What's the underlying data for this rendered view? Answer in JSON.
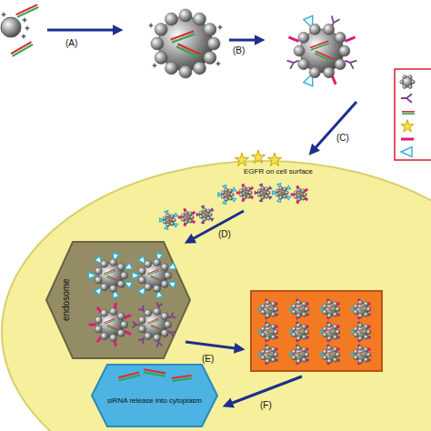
{
  "diagram": {
    "nodes": [
      {
        "text": [
          "EGFR on cell surface"
        ]
      },
      {
        "text": [
          "endosome"
        ],
        "in": 0
      },
      {
        "text": [
          "siRNA release into cytoplasm"
        ],
        "in": 0
      }
    ],
    "labels": [
      "(A)",
      "(B)",
      "(C)",
      "(D)",
      "(E)",
      "(F)"
    ]
  }
}
